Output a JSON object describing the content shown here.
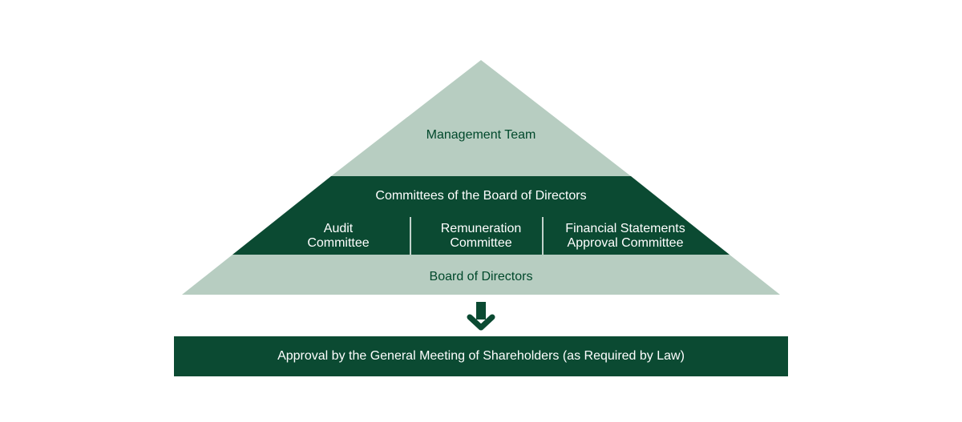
{
  "diagram": {
    "top_tier": {
      "label": "Management Team"
    },
    "middle_tier": {
      "label": "Committees of the Board of Directors",
      "committees": [
        {
          "line1": "Audit",
          "line2": "Committee"
        },
        {
          "line1": "Remuneration",
          "line2": "Committee"
        },
        {
          "line1": "Financial Statements",
          "line2": "Approval Committee"
        }
      ]
    },
    "base_tier": {
      "label": "Board of Directors"
    },
    "arrow": {
      "icon": "arrow-down-icon"
    },
    "approval_bar": {
      "label": "Approval by the General Meeting of Shareholders (as Required by Law)"
    },
    "colors": {
      "light_green": "#b7cdc1",
      "dark_green": "#0b4a32",
      "text_dark": "#00482b",
      "text_light": "#ffffff"
    }
  }
}
